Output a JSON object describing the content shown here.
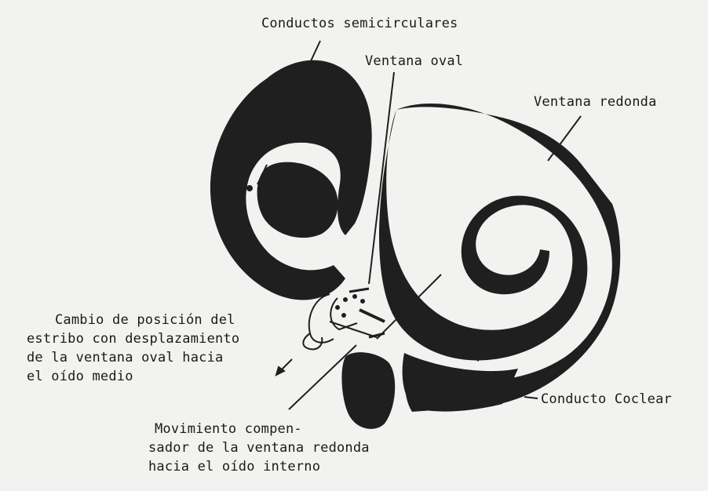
{
  "labels": {
    "semicircular_canals": "Conductos semicirculares",
    "oval_window": "Ventana oval",
    "round_window": "Ventana redonda",
    "cochlear_duct": "Conducto Coclear",
    "stapes_change": [
      "Cambio de posición del",
      "estribo con desplazamiento",
      "de la ventana oval hacia",
      "el oído medio"
    ],
    "compensatory_movement": [
      "Movimiento  compen-",
      "sador de la ventana redonda",
      "hacia el oído interno"
    ]
  },
  "colors": {
    "paper": "#f2f2f0",
    "ink": "#1f1f1f",
    "text": "#1a1a1a"
  }
}
